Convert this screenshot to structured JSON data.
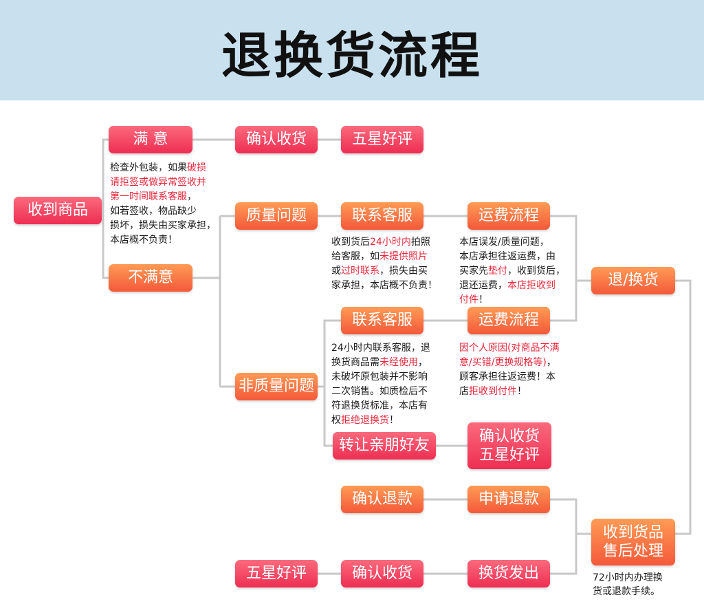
{
  "title": "退换货流程",
  "boxes": {
    "receive": "收到商品",
    "satisfied": "满 意",
    "confirm_receipt_1": "确认收货",
    "five_star_1": "五星好评",
    "quality_issue": "质量问题",
    "contact_service_1": "联系客服",
    "shipping_flow_1": "运费流程",
    "unsatisfied": "不满意",
    "return_exchange": "退/换货",
    "contact_service_2": "联系客服",
    "shipping_flow_2": "运费流程",
    "non_quality_issue": "非质量问题",
    "transfer_friends": "转让亲朋好友",
    "confirm_receipt_2_line1": "确认收货",
    "confirm_receipt_2_line2": "五星好评",
    "confirm_refund": "确认退款",
    "apply_refund": "申请退款",
    "after_sales_line1": "收到货品",
    "after_sales_line2": "售后处理",
    "five_star_2": "五星好评",
    "confirm_receipt_3": "确认收货",
    "exchange_shipped": "换货发出"
  },
  "notes": {
    "inspect": {
      "l1a": "检查外包装，如果",
      "l1b": "破损",
      "l2": "请拒签或做异常签收并",
      "l3": "第一时间联系客服",
      "l3b": "，",
      "l4": "如若签收，物品缺少",
      "l5": "损坏，损失由买家承担，",
      "l6": "本店概不负责！"
    },
    "quality_contact": {
      "l1a": "收到货后",
      "l1b": "24小时内",
      "l1c": "拍照",
      "l2a": "给客服，如",
      "l2b": "未提供照片",
      "l3a": "或",
      "l3b": "过时联系",
      "l3c": "，损失由买",
      "l4": "家承担，本店概不负责！"
    },
    "quality_shipping": {
      "l1": "本店误发/质量问题，",
      "l2": "本店承担往返运费，由",
      "l3a": "买家先",
      "l3b": "垫付",
      "l3c": "，收到货后，",
      "l4a": "退还运费，",
      "l4b": "本店拒收到",
      "l5a": "付件",
      "l5b": "！"
    },
    "nonquality_contact": {
      "l1": "24小时内联系客服，退",
      "l2a": "换货商品需",
      "l2b": "未经使用",
      "l2c": "，",
      "l3": "未破坏原包装并不影响",
      "l4": "二次销售。如质检后不",
      "l5": "符退换货标准，本店有",
      "l6a": "权",
      "l6b": "拒绝退换货",
      "l6c": "！"
    },
    "nonquality_shipping": {
      "l1": "因个人原因(对商品不满",
      "l2a": "意/买错/更换规格等)",
      "l2b": "，",
      "l3": "顾客承担往返运费！本",
      "l4a": "店",
      "l4b": "拒收到付件",
      "l4c": "！"
    },
    "refund_time": {
      "l1": "72小时内办理换",
      "l2": "货或退款手续。"
    }
  },
  "colors": {
    "pink": "#ee2e52",
    "orange": "#f4593a",
    "header_bg": "#c9e1ee",
    "highlight_red": "#e8283c",
    "line": "#c8c8c8"
  }
}
